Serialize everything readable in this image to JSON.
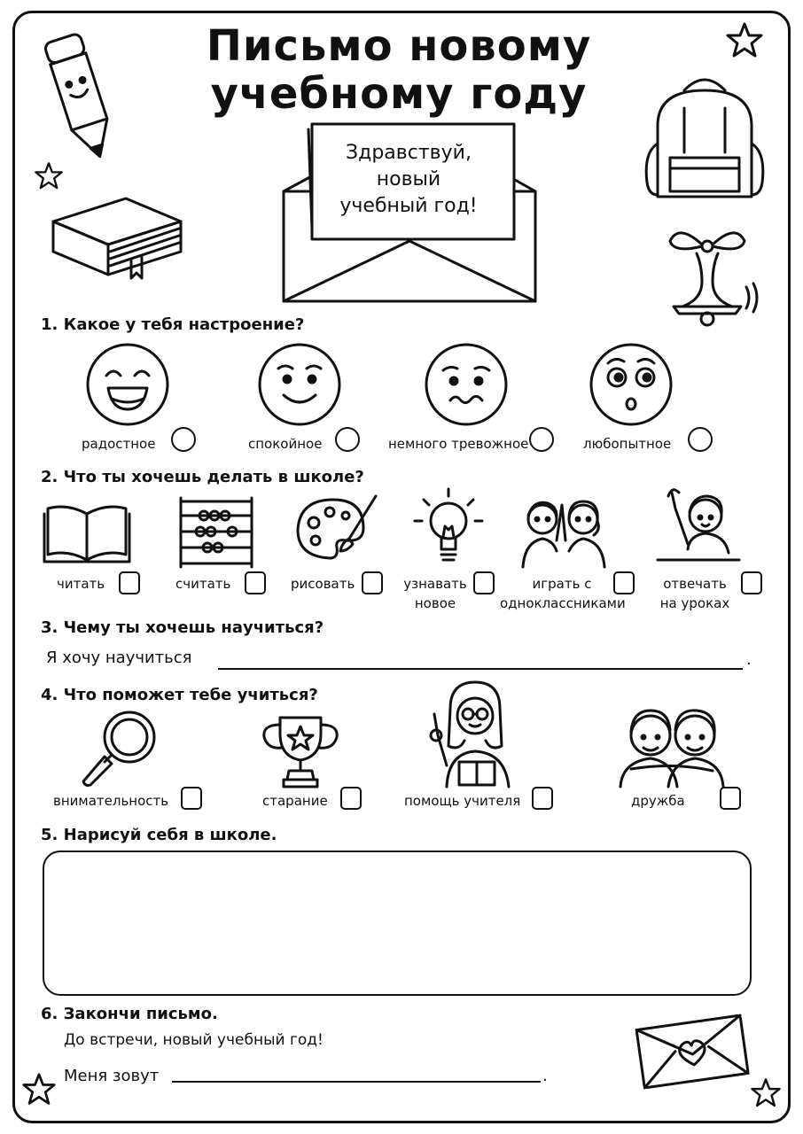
{
  "title": {
    "line1": "Письмо новому",
    "line2": "учебному году"
  },
  "envelope": {
    "line1": "Здравствуй,",
    "line2": "новый",
    "line3": "учебный год!"
  },
  "q1": {
    "label": "1. Какое у тебя настроение?",
    "options": [
      {
        "label": "радостное",
        "icon": "laughing-face-icon"
      },
      {
        "label": "спокойное",
        "icon": "smiling-face-icon"
      },
      {
        "label": "немного тревожное",
        "icon": "worried-face-icon"
      },
      {
        "label": "любопытное",
        "icon": "curious-face-icon"
      }
    ]
  },
  "q2": {
    "label": "2. Что ты хочешь делать в школе?",
    "options": [
      {
        "label": "читать",
        "icon": "open-book-icon"
      },
      {
        "label": "считать",
        "icon": "abacus-icon"
      },
      {
        "label": "рисовать",
        "icon": "palette-icon"
      },
      {
        "line1": "узнавать",
        "line2": "новое",
        "icon": "lightbulb-icon"
      },
      {
        "line1": "играть с",
        "line2": "одноклассниками",
        "icon": "classmates-high-five-icon"
      },
      {
        "line1": "отвечать",
        "line2": "на уроках",
        "icon": "raised-hand-student-icon"
      }
    ]
  },
  "q3": {
    "label": "3. Чему ты хочешь научиться?",
    "prompt": "Я хочу научиться",
    "end": "."
  },
  "q4": {
    "label": "4. Что поможет тебе учиться?",
    "options": [
      {
        "label": "внимательность",
        "icon": "magnifier-icon"
      },
      {
        "label": "старание",
        "icon": "trophy-icon"
      },
      {
        "label": "помощь учителя",
        "icon": "teacher-icon"
      },
      {
        "label": "дружба",
        "icon": "friends-icon"
      }
    ]
  },
  "q5": {
    "label": "5. Нарисуй себя в школе."
  },
  "q6": {
    "label": "6. Закончи письмо.",
    "text": "До встречи, новый учебный год!",
    "prompt": "Меня зовут",
    "end": "."
  }
}
